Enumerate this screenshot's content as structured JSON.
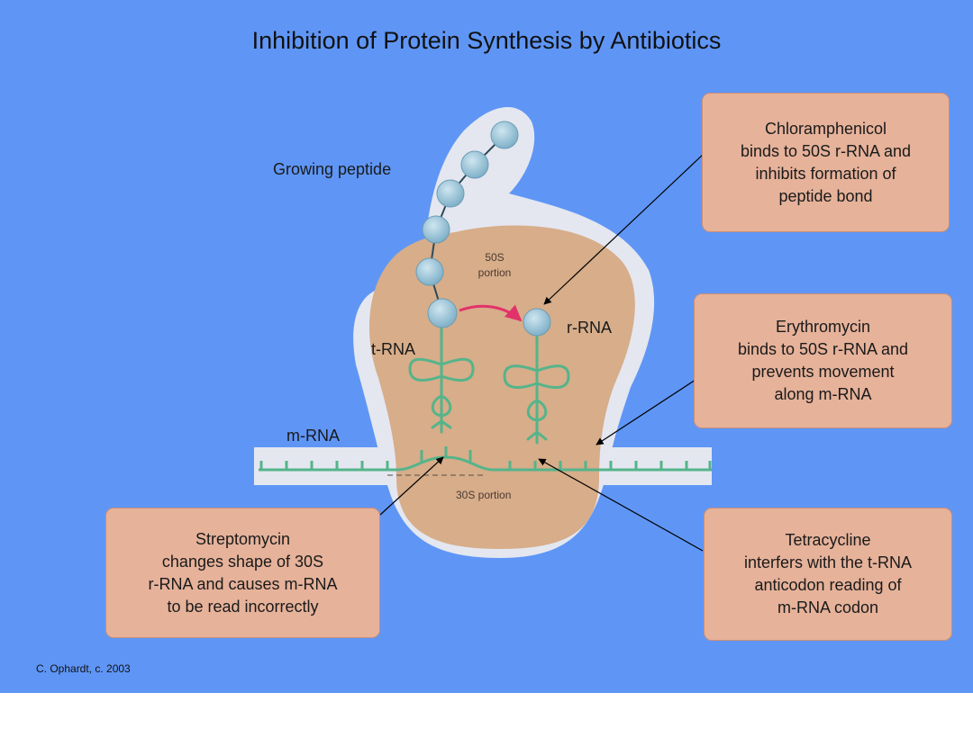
{
  "title": "Inhibition of Protein Synthesis by Antibiotics",
  "labels": {
    "growing_peptide": "Growing peptide",
    "portion_50s": [
      "50S",
      "portion"
    ],
    "trna": "t-RNA",
    "rrna": "r-RNA",
    "mrna": "m-RNA",
    "portion_30s": "30S portion"
  },
  "callouts": {
    "chloramphenicol": [
      "Chloramphenicol",
      "binds to 50S r-RNA and",
      "inhibits formation of",
      "peptide bond"
    ],
    "erythromycin": [
      "Erythromycin",
      "binds to 50S r-RNA and",
      "prevents movement",
      "along m-RNA"
    ],
    "streptomycin": [
      "Streptomycin",
      "changes shape of 30S",
      "r-RNA and causes m-RNA",
      "to be read incorrectly"
    ],
    "tetracycline": [
      "Tetracycline",
      "interfers with the t-RNA",
      "anticodon reading of",
      "m-RNA codon"
    ]
  },
  "credit": "C. Ophardt, c. 2003",
  "colors": {
    "background": "#5f96f6",
    "halo": "#e4e7f0",
    "ribosome": "#d7ad8a",
    "callout": "#e6b29a",
    "rna_strand": "#55b48a",
    "amino_acid": "#8fbfd6",
    "transfer_arrow": "#e2326a"
  }
}
